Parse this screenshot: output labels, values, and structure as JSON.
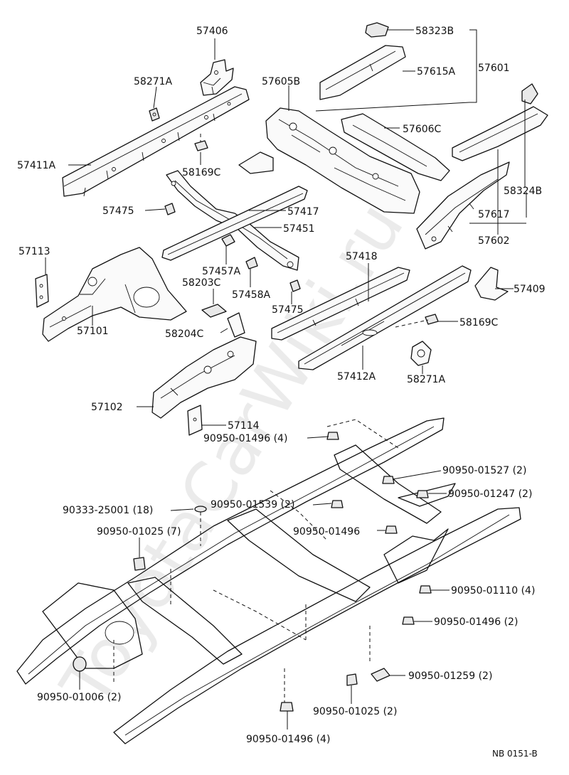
{
  "watermark": "ToyotaCarWiki.ru",
  "diagram_code": "NB 0151-B",
  "part_labels": {
    "p57406": "57406",
    "p58271A_top": "58271A",
    "p57605B": "57605B",
    "p58323B": "58323B",
    "p57615A": "57615A",
    "p57601": "57601",
    "p57606C": "57606C",
    "p57411A": "57411A",
    "p58169C_top": "58169C",
    "p58324B": "58324B",
    "p57475_left": "57475",
    "p57417": "57417",
    "p57451": "57451",
    "p57617": "57617",
    "p57602": "57602",
    "p57113": "57113",
    "p57457A": "57457A",
    "p58203C": "58203C",
    "p57458A": "57458A",
    "p57418": "57418",
    "p57409": "57409",
    "p57101": "57101",
    "p57475_mid": "57475",
    "p58169C_right": "58169C",
    "p58204C": "58204C",
    "p57412A": "57412A",
    "p58271A_bottom": "58271A",
    "p57102": "57102",
    "p57114": "57114"
  },
  "fastener_labels": {
    "f_01496_4_top": "90950-01496 (4)",
    "f_01527_2": "90950-01527 (2)",
    "f_01247_2": "90950-01247 (2)",
    "f_25001_18": "90333-25001 (18)",
    "f_01539_2": "90950-01539 (2)",
    "f_01025_7": "90950-01025 (7)",
    "f_01496_mid": "90950-01496",
    "f_01110_4": "90950-01110 (4)",
    "f_01496_2": "90950-01496 (2)",
    "f_01259_2": "90950-01259 (2)",
    "f_01006_2": "90950-01006 (2)",
    "f_01025_2": "90950-01025 (2)",
    "f_01496_4_bottom": "90950-01496 (4)"
  }
}
